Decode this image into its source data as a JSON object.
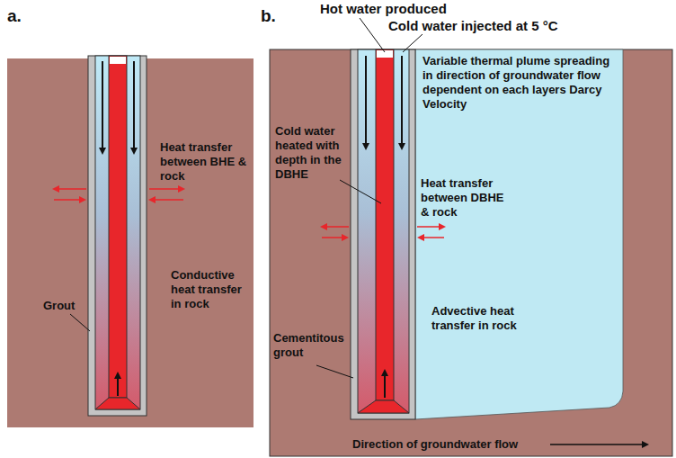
{
  "diagram": {
    "labels": [
      "a.",
      "b.",
      "Hot water produced",
      "Cold water injected at 5 °C",
      "Heat transfer between BHE & rock",
      "Conductive heat transfer in rock",
      "Grout",
      "Cold water heated with depth in the DBHE",
      "Variable thermal plume spreading in direction of groundwater flow dependent on each layers Darcy Velocity",
      "Heat transfer between DBHE & rock",
      "Advective heat transfer in rock",
      "Cementitous grout",
      "Direction of groundwater flow"
    ]
  }
}
